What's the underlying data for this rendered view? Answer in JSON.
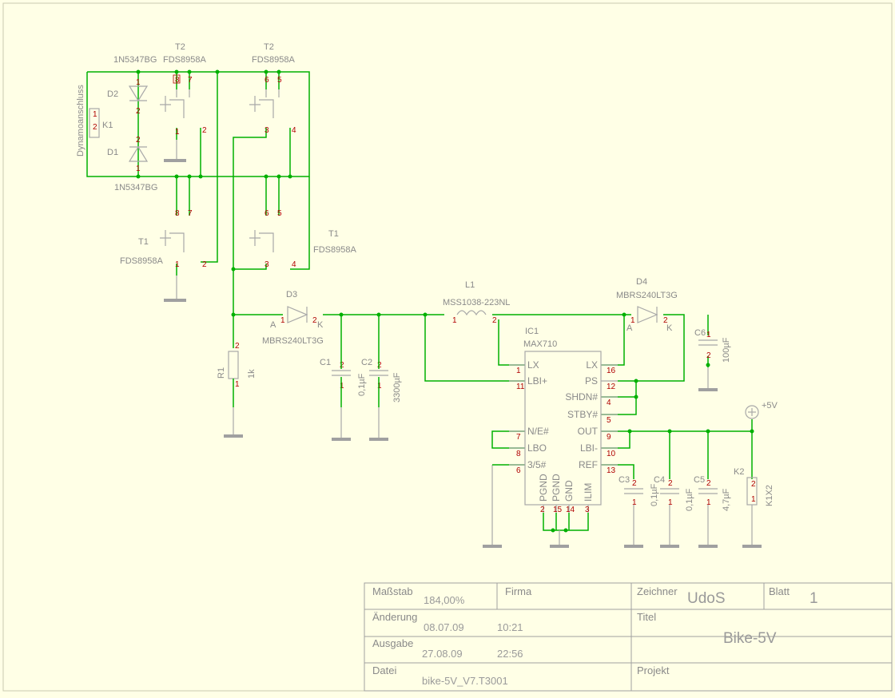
{
  "labels": {
    "d_top_part": "1N5347BG",
    "d_bot_part": "1N5347BG",
    "t2a_name": "T2",
    "t2a_part": "FDS8958A",
    "t2b_name": "T2",
    "t2b_part": "FDS8958A",
    "t1a_name": "T1",
    "t1a_part": "FDS8958A",
    "t1b_name": "T1",
    "t1b_part": "FDS8958A",
    "d2": "D2",
    "d1": "D1",
    "k1": "K1",
    "dynamo": "Dynamoanschluss",
    "d3": "D3",
    "d3_part": "MBRS240LT3G",
    "l1": "L1",
    "l1_part": "MSS1038-223NL",
    "d4": "D4",
    "d4_part": "MBRS240LT3G",
    "ic1": "IC1",
    "ic1_part": "MAX710",
    "r1": "R1",
    "r1_val": "1k",
    "c1": "C1",
    "c1_val": "0,1µF",
    "c2": "C2",
    "c2_val": "3300µF",
    "c3": "C3",
    "c3_val": "0,1µF",
    "c4": "C4",
    "c4_val": "0,1µF",
    "c5": "C5",
    "c5_val": "4,7µF",
    "c6": "C6",
    "c6_val": "100µF",
    "k2": "K2",
    "k2_part": "K1X2",
    "vout": "+5V",
    "anode": "A",
    "kathode": "K"
  },
  "ic_pins_left": [
    {
      "num": "1",
      "name": "LX"
    },
    {
      "num": "11",
      "name": "LBI+"
    },
    {
      "num": "7",
      "name": "N/E#"
    },
    {
      "num": "8",
      "name": "LBO"
    },
    {
      "num": "6",
      "name": "3/5#"
    }
  ],
  "ic_pins_right": [
    {
      "num": "16",
      "name": "LX"
    },
    {
      "num": "12",
      "name": "PS"
    },
    {
      "num": "4",
      "name": "SHDN#"
    },
    {
      "num": "5",
      "name": "STBY#"
    },
    {
      "num": "9",
      "name": "OUT"
    },
    {
      "num": "10",
      "name": "LBI-"
    },
    {
      "num": "13",
      "name": "REF"
    }
  ],
  "ic_pins_bottom": [
    {
      "num": "2",
      "name": "PGND"
    },
    {
      "num": "15",
      "name": "PGND"
    },
    {
      "num": "14",
      "name": "GND"
    },
    {
      "num": "3",
      "name": "ILIM"
    }
  ],
  "title_block": {
    "massstab_label": "Maßstab",
    "massstab_value": "184,00%",
    "firma_label": "Firma",
    "zeichner_label": "Zeichner",
    "zeichner_value": "UdoS",
    "blatt_label": "Blatt",
    "blatt_value": "1",
    "aenderung_label": "Änderung",
    "aenderung_date": "08.07.09",
    "aenderung_time": "10:21",
    "titel_label": "Titel",
    "titel_value": "Bike-5V",
    "ausgabe_label": "Ausgabe",
    "ausgabe_date": "27.08.09",
    "ausgabe_time": "22:56",
    "datei_label": "Datei",
    "datei_value": "bike-5V_V7.T3001",
    "projekt_label": "Projekt"
  },
  "colors": {
    "background": "#ffffe6",
    "wire": "#00b000",
    "pin_number": "#b00000",
    "component": "#a8a8a8"
  }
}
